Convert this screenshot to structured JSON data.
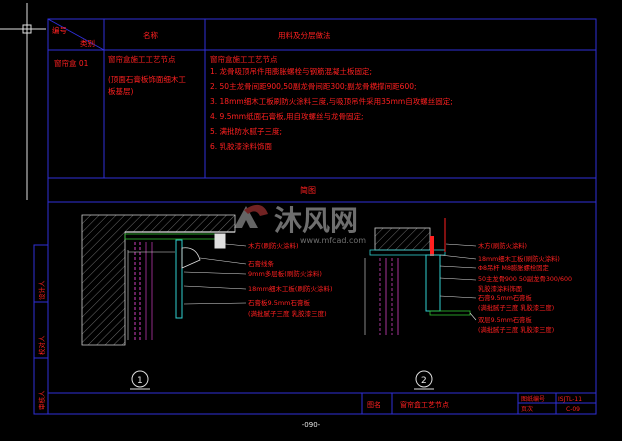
{
  "colors": {
    "background": "#000000",
    "frame": "#2f2fd8",
    "text_red": "#ff2020",
    "text_white": "#e8e8e8",
    "hatch": "#9a9a9a",
    "cyan": "#30d0d0",
    "green": "#30c030",
    "yellow": "#e0d020",
    "magenta": "#d040c0"
  },
  "table": {
    "corner_top": "编号",
    "corner_bottom": "类别",
    "col_name": "名称",
    "col_spec": "用料及分层做法",
    "row_code": "窗帘盒 01",
    "row_name_lines": [
      "窗帘盒施工工艺节点",
      "(顶面石膏板饰面细木工",
      "板基层)"
    ],
    "spec_lines": [
      "窗帘盒施工工艺节点",
      "1. 龙骨吸顶吊件用膨胀螺栓与钢筋混凝土板固定;",
      "2. 50主龙骨间距900,50副龙骨间距300;副龙骨横撑间距600;",
      "3. 18mm细木工板刷防火涂料三度,与吸顶吊件采用35mm自攻螺丝固定;",
      "4. 9.5mm纸面石膏板,用自攻螺丝与龙骨固定;",
      "5. 满批防水腻子三度;",
      "6. 乳胶漆涂料饰面"
    ]
  },
  "section_title": "简图",
  "left_labels": [
    "木方(刷防火涂料)",
    "石膏线条",
    "9mm多层板(刷防火涂料)",
    "18mm细木工板(刷防火涂料)",
    "石膏板9.5mm石膏板",
    "(满批腻子三度 乳胶漆三度)"
  ],
  "right_labels": [
    "木方(刷防火涂料)",
    "18mm细木工板(刷防火涂料)",
    "Φ8吊杆 M8膨胀螺栓固定",
    "50主龙骨900  50副龙骨300/600",
    "乳胶漆涂料饰面",
    "石膏9.5mm石膏板",
    "(满批腻子三度 乳胶漆三度)",
    "双层9.5mm石膏板",
    "(满批腻子三度 乳胶漆三度)"
  ],
  "detail_numbers": [
    "1",
    "2"
  ],
  "side_labels": [
    "设计人",
    "校对人",
    "审核人"
  ],
  "title_block": {
    "label": "图名",
    "drawing_name": "窗帘盒工艺节点",
    "number_label": "图纸编号",
    "number_value": "ISJTL-11",
    "page_label": "页次",
    "page_value": "C-09"
  },
  "page_footer": "-090-",
  "watermark": {
    "brand": "沐风网",
    "url": "www.mfcad.com"
  }
}
